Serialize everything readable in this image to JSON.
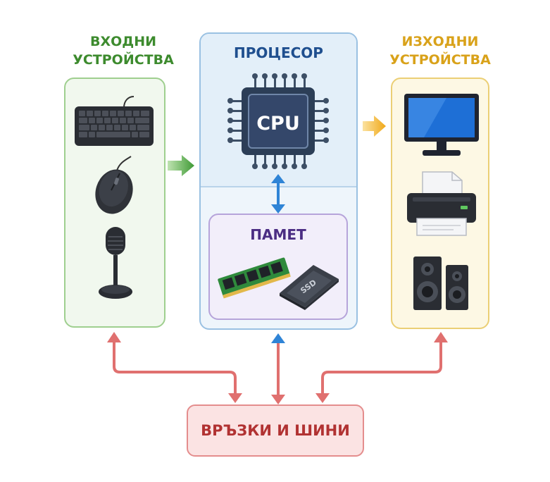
{
  "labels": {
    "input": [
      "ВХОДНИ",
      "УСТРОЙСТВА"
    ],
    "output": [
      "ИЗХОДНИ",
      "УСТРОЙСТВА"
    ],
    "processor": "ПРОЦЕСОР",
    "cpu_chip": "CPU",
    "memory": "ПАМЕТ",
    "ssd_chip": "SSD",
    "bus": "ВРЪЗКИ И ШИНИ"
  },
  "colors": {
    "input": "#3d8b2e",
    "output": "#d9a21a",
    "processor": "#1f4f8f",
    "memory": "#4b2d83",
    "bus": "#b13232",
    "arrow_bus": "#e0706f",
    "arrow_cpu_mem": "#2f84d6"
  },
  "icons": {
    "input_devices": [
      "keyboard-icon",
      "mouse-icon",
      "microphone-icon"
    ],
    "output_devices": [
      "monitor-icon",
      "printer-icon",
      "speakers-icon"
    ],
    "memory_devices": [
      "ram-module-icon",
      "ssd-icon"
    ]
  }
}
